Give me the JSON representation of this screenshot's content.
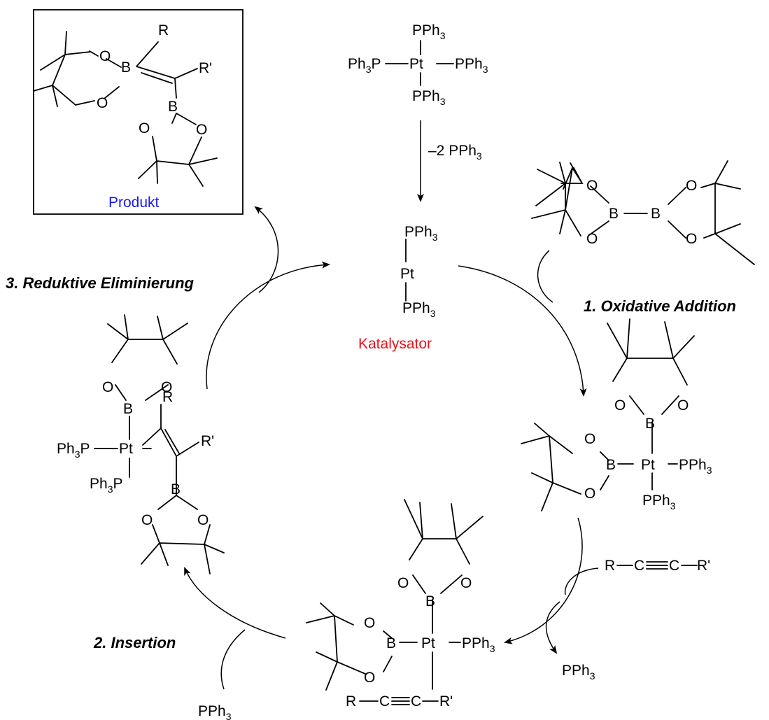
{
  "atoms": {
    "pph": "PPh",
    "ph": "Ph",
    "p": "P",
    "pt": "Pt",
    "o": "O",
    "b": "B",
    "r": "R",
    "r_prime": "R'",
    "c": "C",
    "sub3": "3"
  },
  "dissociation": {
    "text": "–2 PPh",
    "sub": "3"
  },
  "catalyst_label": "Katalysator",
  "product_label": "Produkt",
  "steps": {
    "oxidative_addition": "1. Oxidative Addition",
    "insertion": "2. Insertion",
    "reductive_elimination": "3. Reduktive Eliminierung"
  },
  "colors": {
    "catalyst": "#e8111a",
    "product": "#1a1ae6",
    "ink": "#000000"
  }
}
